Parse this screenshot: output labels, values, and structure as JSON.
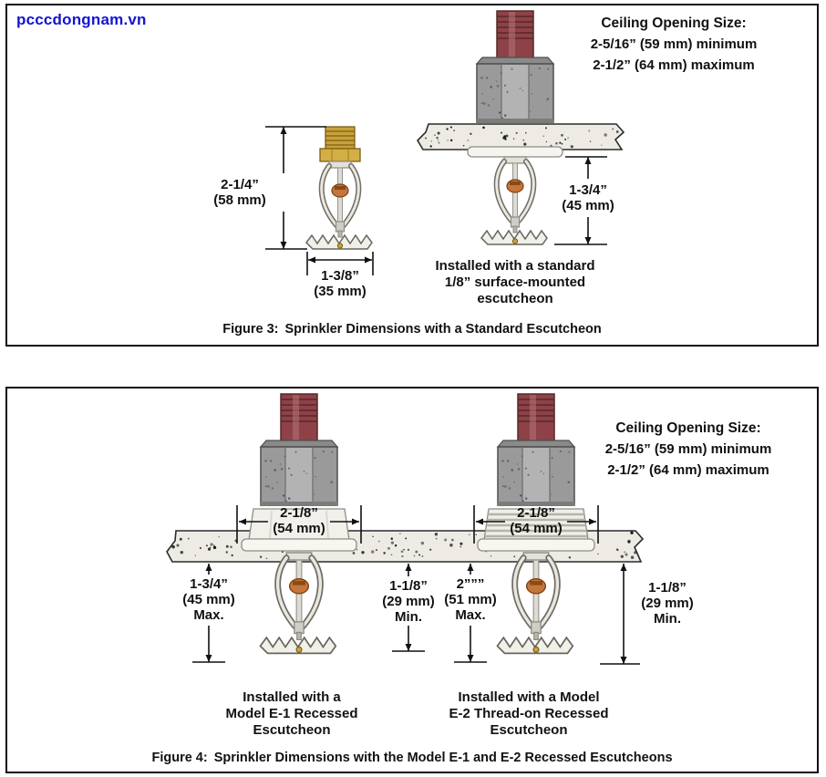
{
  "brand": {
    "text": "pcccdongnam.vn",
    "color": "#1414cf"
  },
  "colors": {
    "pipe_red": "#8e4247",
    "coupling_gray": "#9a9a9a",
    "ceiling": "#edebe4",
    "brass": "#c9a13b"
  },
  "fig3": {
    "ceiling_note": {
      "title": "Ceiling Opening Size:",
      "line1": "2-5/16” (59 mm) minimum",
      "line2": "2-1/2” (64 mm) maximum"
    },
    "dim_height": {
      "l1": "2-1/4”",
      "l2": "(58 mm)"
    },
    "dim_width": {
      "l1": "1-3/8”",
      "l2": "(35 mm)"
    },
    "dim_drop": {
      "l1": "1-3/4”",
      "l2": "(45 mm)"
    },
    "installed_caption": {
      "l1": "Installed with a standard",
      "l2": "1/8” surface-mounted",
      "l3": "escutcheon"
    },
    "caption": {
      "label": "Figure 3:",
      "text": "Sprinkler Dimensions with a Standard Escutcheon"
    }
  },
  "fig4": {
    "ceiling_note": {
      "title": "Ceiling Opening Size:",
      "line1": "2-5/16” (59 mm) minimum",
      "line2": "2-1/2” (64 mm) maximum"
    },
    "left": {
      "dim_escutcheon": {
        "l1": "2-1/8”",
        "l2": "(54 mm)"
      },
      "dim_max": {
        "l1": "1-3/4”",
        "l2": "(45 mm)",
        "l3": "Max."
      },
      "dim_min": {
        "l1": "1-1/8”",
        "l2": "(29 mm)",
        "l3": "Min."
      },
      "caption": {
        "l1": "Installed with a",
        "l2": "Model E-1 Recessed",
        "l3": "Escutcheon"
      }
    },
    "right": {
      "dim_escutcheon": {
        "l1": "2-1/8”",
        "l2": "(54 mm)"
      },
      "dim_max": {
        "l1": "2”””",
        "l2": "(51 mm)",
        "l3": "Max."
      },
      "dim_min": {
        "l1": "1-1/8”",
        "l2": "(29 mm)",
        "l3": "Min."
      },
      "caption": {
        "l1": "Installed with a Model",
        "l2": "E-2 Thread-on Recessed",
        "l3": "Escutcheon"
      }
    },
    "caption": {
      "label": "Figure 4:",
      "text": "Sprinkler Dimensions with the Model E-1 and E-2 Recessed Escutcheons"
    }
  }
}
